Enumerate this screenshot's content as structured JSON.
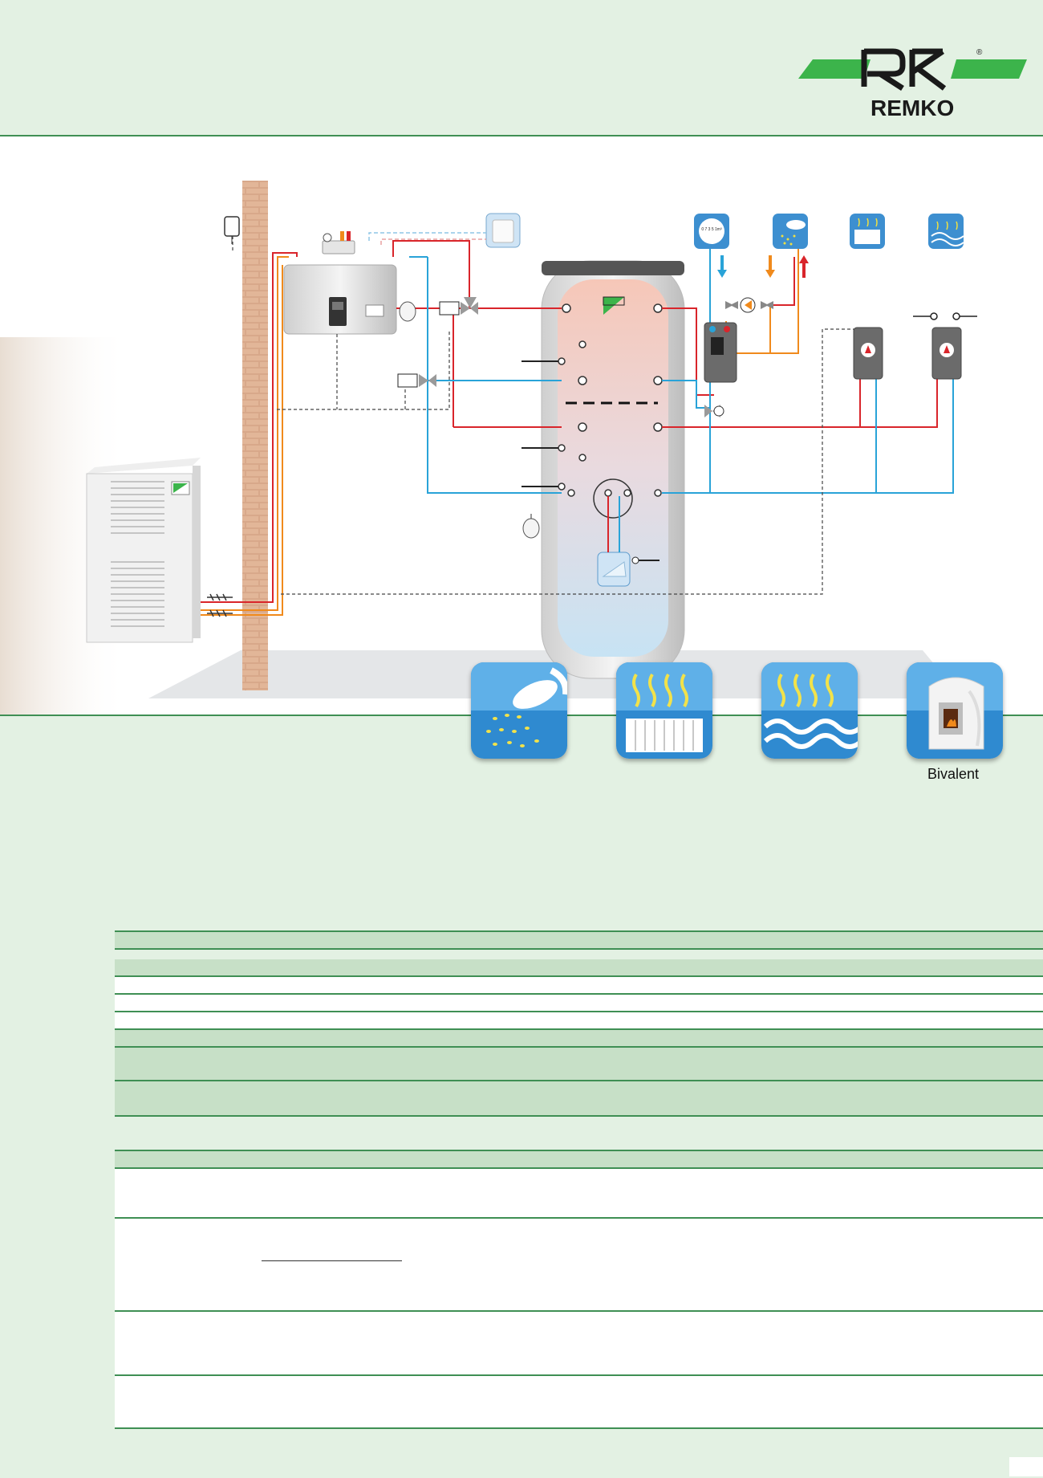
{
  "brand": {
    "name": "REMKO",
    "registered": "®",
    "green": "#3cb44b",
    "dark": "#1a1a1a"
  },
  "colors": {
    "background": "#e3f1e3",
    "rule": "#3f8f54",
    "row_dark": "#c7e0c7",
    "row_light": "#ffffff",
    "supply": "#d9252b",
    "return": "#29a3d8",
    "dhw": "#f08a1c"
  },
  "schematic_icons": [
    "water-meter-icon",
    "shower-icon",
    "radiator-icon",
    "underfloor-heating-icon",
    "fireplace-icon"
  ],
  "meter_readout": "0 7 3 5 1m³",
  "features": [
    {
      "icon": "shower-icon",
      "label": ""
    },
    {
      "icon": "radiator-icon",
      "label": ""
    },
    {
      "icon": "underfloor-heating-icon",
      "label": ""
    },
    {
      "icon": "fireplace-icon",
      "label": "Bivalent"
    }
  ]
}
